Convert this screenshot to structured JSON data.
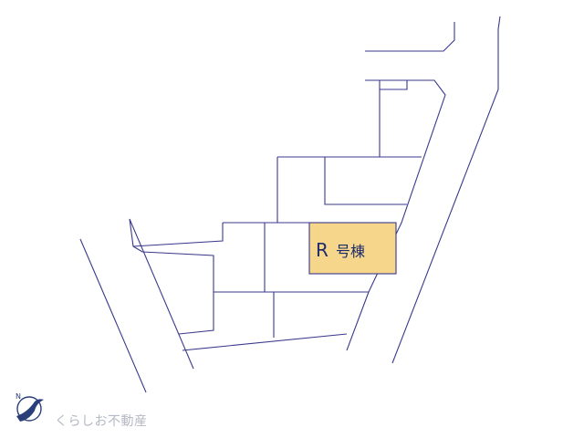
{
  "map": {
    "highlighted_lot": {
      "label_letter": "R",
      "label_suffix": "号棟",
      "fill_color": "#f5d68a"
    },
    "line_color": "#3a3a8c"
  },
  "branding": {
    "company_name": "くらしお不動産",
    "logo_letter": "N",
    "logo_color": "#2a3f7a"
  }
}
